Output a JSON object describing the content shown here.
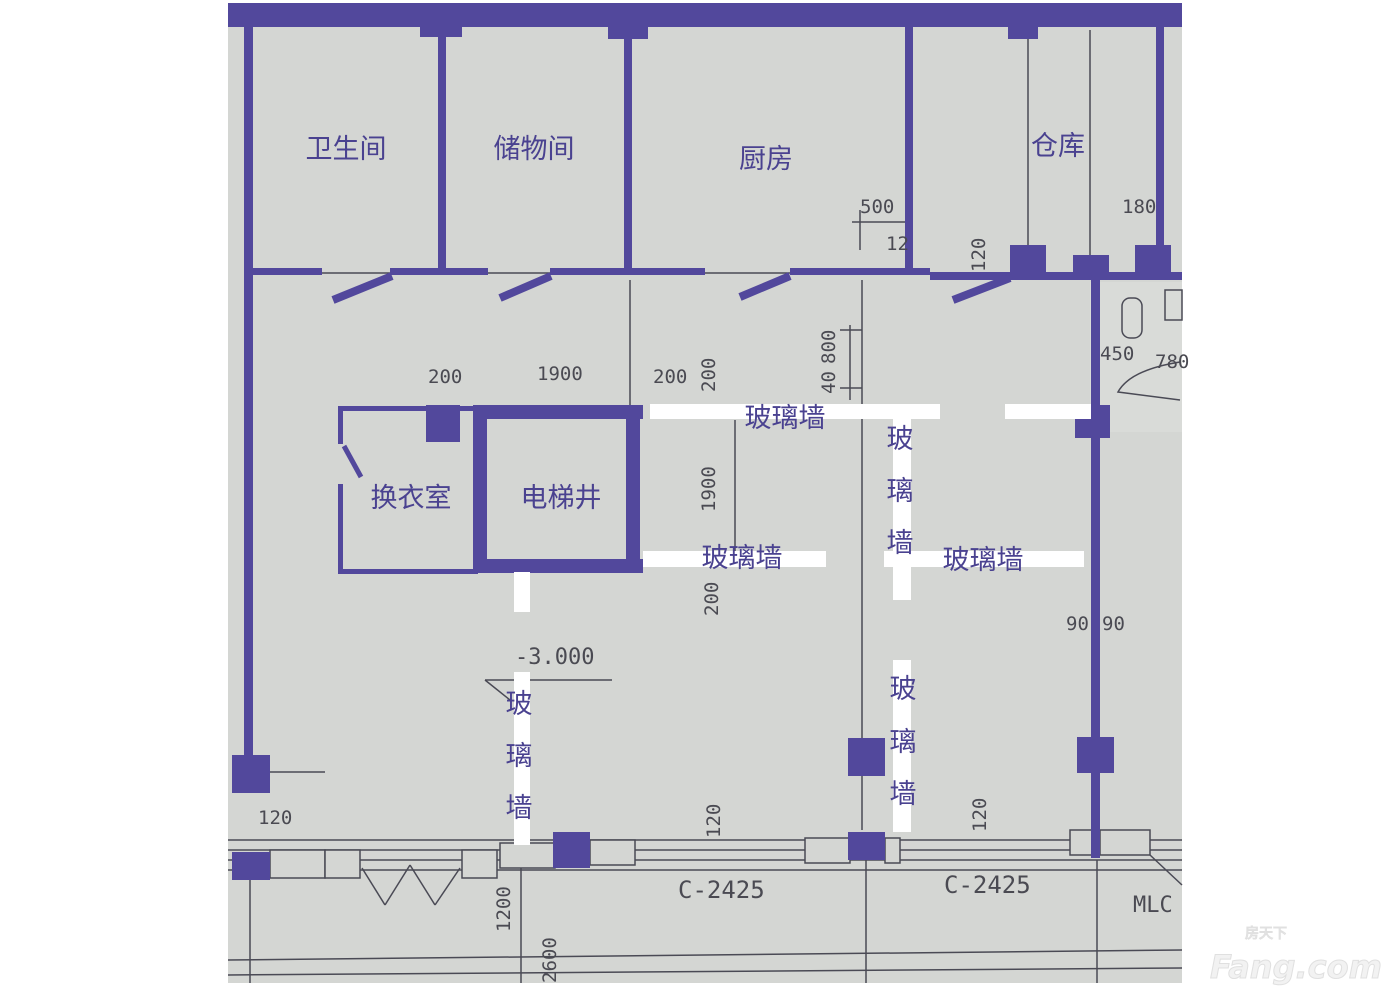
{
  "rooms": {
    "restroom": "卫生间",
    "storage": "储物间",
    "kitchen": "厨房",
    "warehouse": "仓库",
    "changing_room": "换衣室",
    "elevator_shaft": "电梯井"
  },
  "glass_wall": {
    "label": "玻璃墙",
    "vertical_chars": [
      "玻",
      "璃",
      "墙"
    ]
  },
  "dimensions": {
    "kitchen_500": "500",
    "kitchen_12": "12",
    "warehouse_180": "180",
    "wall_120": "120",
    "d200_left": "200",
    "d1900": "1900",
    "d200_right": "200",
    "v200": "200",
    "v800": "800",
    "v40": "40",
    "d450": "450",
    "d780": "780",
    "v1900": "1900",
    "v200_low": "200",
    "d90a": "90",
    "d90b": "90",
    "elevation": "-3.000",
    "bottom_120_left": "120",
    "bottom_120_mid": "120",
    "bottom_120_right": "120",
    "v1200": "1200",
    "v2600": "2600"
  },
  "windows": {
    "w1": "C-2425",
    "w2": "C-2425",
    "mlc": "MLC"
  },
  "watermark": {
    "cn": "房天下",
    "en": "Fang.com"
  },
  "colors": {
    "wall": "#52489c",
    "paper": "#d4d6d3",
    "glass": "#ffffff"
  }
}
